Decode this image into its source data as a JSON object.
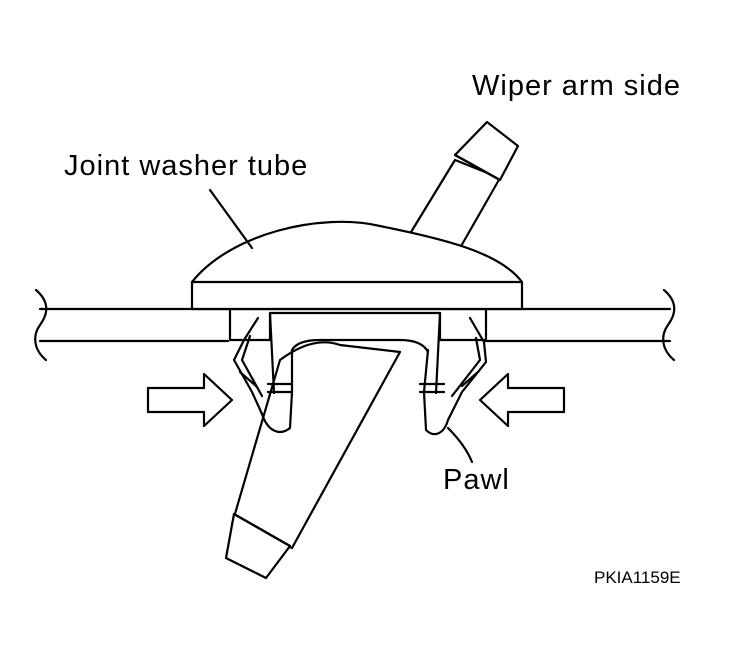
{
  "labels": {
    "wiper_arm_side": "Wiper arm side",
    "joint_washer_tube": "Joint washer tube",
    "pawl": "Pawl",
    "figure_code": "PKIA1159E"
  }
}
